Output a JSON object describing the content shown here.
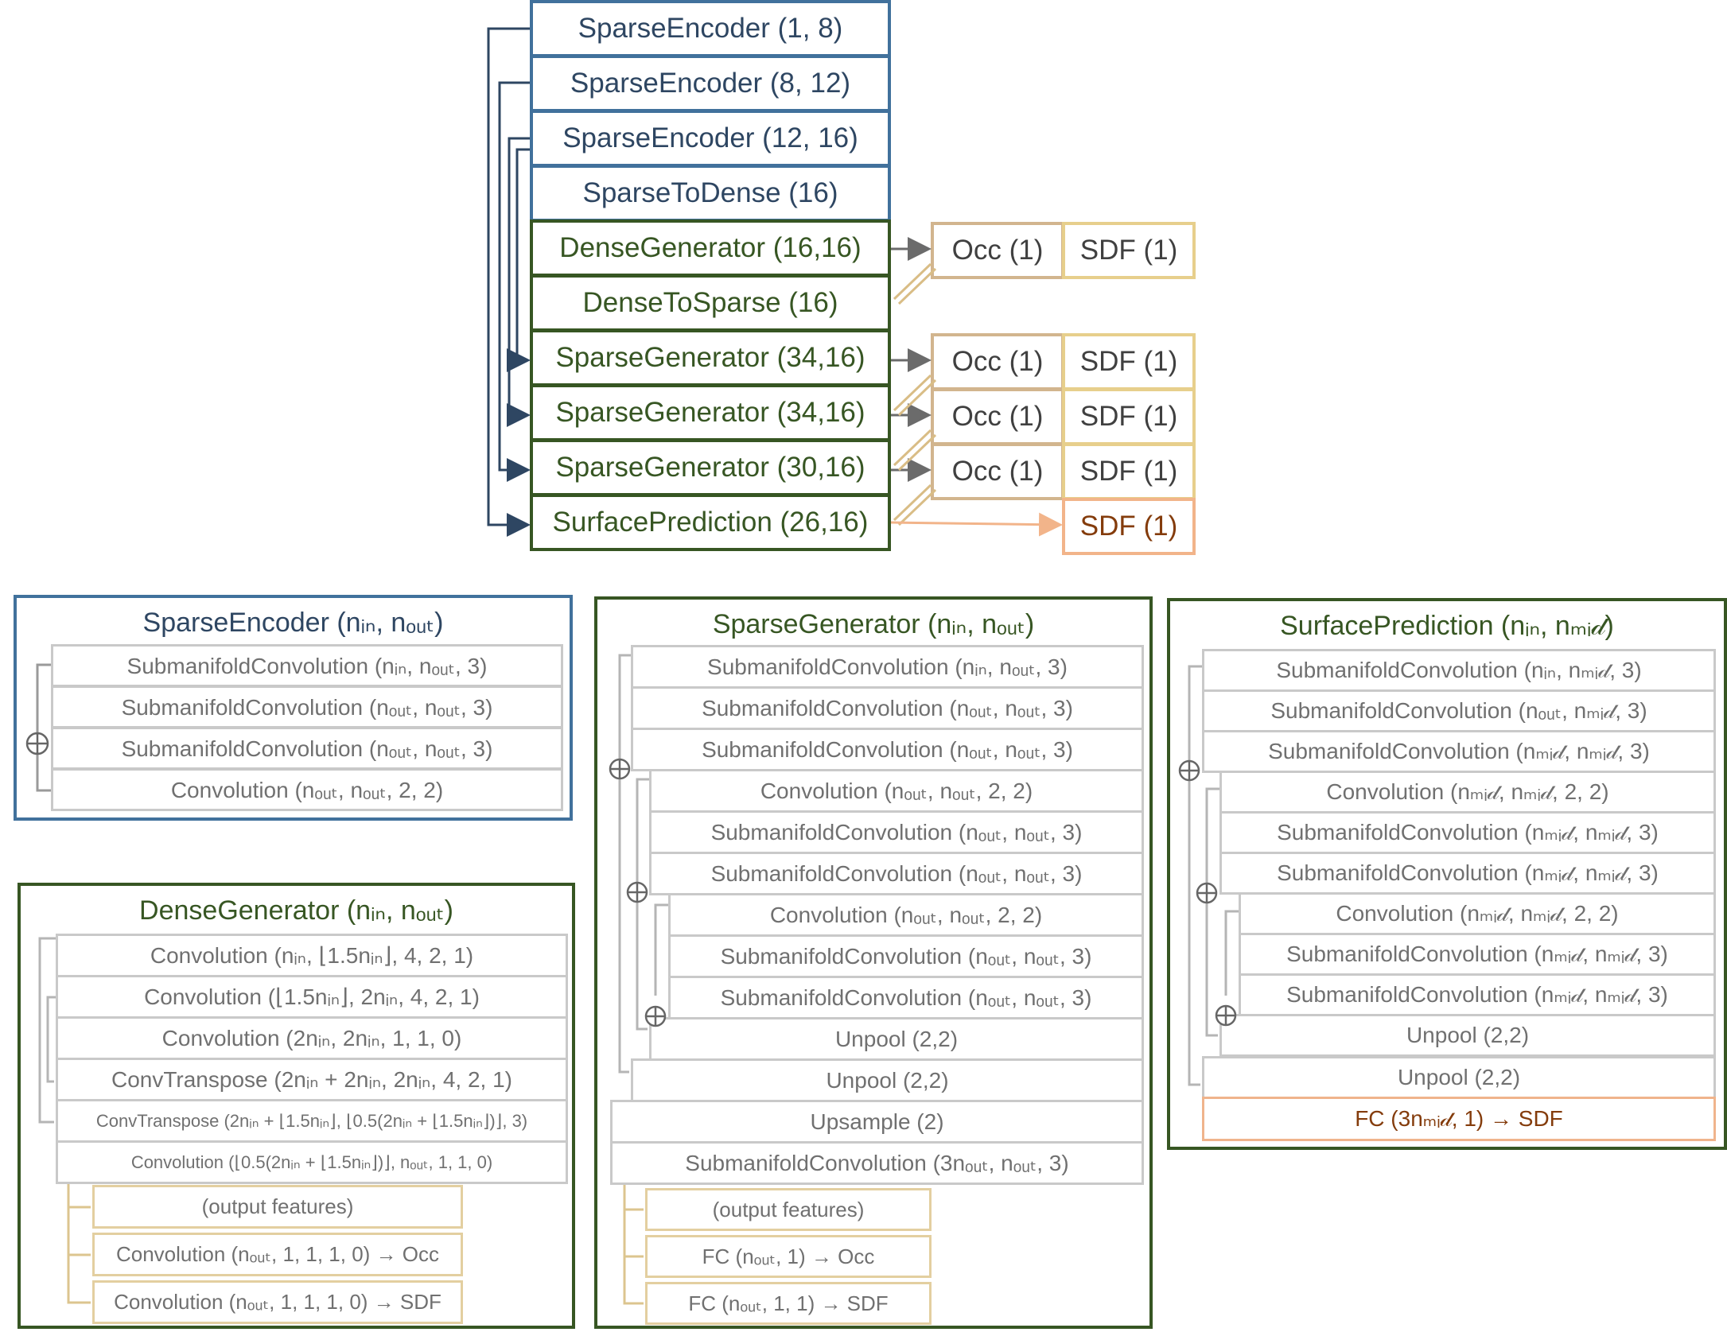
{
  "top": {
    "layers": [
      "SparseEncoder (1, 8)",
      "SparseEncoder (8, 12)",
      "SparseEncoder (12, 16)",
      "SparseToDense (16)",
      "DenseGenerator (16,16)",
      "DenseToSparse (16)",
      "SparseGenerator (34,16)",
      "SparseGenerator (34,16)",
      "SparseGenerator (30,16)",
      "SurfacePrediction (26,16)"
    ],
    "occ_label": "Occ (1)",
    "sdf_label": "SDF (1)",
    "final_sdf_label": "SDF (1)"
  },
  "sparse_encoder": {
    "title": "SparseEncoder (nᵢₙ, nₒᵤₜ)",
    "layers": [
      "SubmanifoldConvolution (nᵢₙ, nₒᵤₜ, 3)",
      "SubmanifoldConvolution (nₒᵤₜ, nₒᵤₜ, 3)",
      "SubmanifoldConvolution (nₒᵤₜ, nₒᵤₜ, 3)",
      "Convolution (nₒᵤₜ, nₒᵤₜ, 2, 2)"
    ]
  },
  "dense_generator": {
    "title": "DenseGenerator (nᵢₙ, nₒᵤₜ)",
    "layers": [
      "Convolution (nᵢₙ, ⌊1.5nᵢₙ⌋, 4, 2, 1)",
      "Convolution (⌊1.5nᵢₙ⌋, 2nᵢₙ, 4, 2, 1)",
      "Convolution (2nᵢₙ, 2nᵢₙ, 1, 1, 0)",
      "ConvTranspose (2nᵢₙ + 2nᵢₙ, 2nᵢₙ, 4, 2, 1)",
      "ConvTranspose (2nᵢₙ + ⌊1.5nᵢₙ⌋, ⌊0.5(2nᵢₙ + ⌊1.5nᵢₙ⌋)⌋, 3)",
      "Convolution (⌊0.5(2nᵢₙ + ⌊1.5nᵢₙ⌋)⌋, nₒᵤₜ, 1, 1, 0)"
    ],
    "outputs": [
      "(output features)",
      "Convolution (nₒᵤₜ, 1, 1, 1, 0) → Occ",
      "Convolution (nₒᵤₜ, 1, 1, 1, 0) → SDF"
    ]
  },
  "sparse_generator": {
    "title": "SparseGenerator (nᵢₙ, nₒᵤₜ)",
    "layers": [
      "SubmanifoldConvolution (nᵢₙ, nₒᵤₜ, 3)",
      "SubmanifoldConvolution (nₒᵤₜ, nₒᵤₜ, 3)",
      "SubmanifoldConvolution (nₒᵤₜ, nₒᵤₜ, 3)",
      "Convolution (nₒᵤₜ, nₒᵤₜ, 2, 2)",
      "SubmanifoldConvolution (nₒᵤₜ, nₒᵤₜ, 3)",
      "SubmanifoldConvolution (nₒᵤₜ, nₒᵤₜ, 3)",
      "Convolution (nₒᵤₜ, nₒᵤₜ, 2, 2)",
      "SubmanifoldConvolution (nₒᵤₜ, nₒᵤₜ, 3)",
      "SubmanifoldConvolution (nₒᵤₜ, nₒᵤₜ, 3)",
      "Unpool (2,2)",
      "Unpool (2,2)",
      "Upsample (2)",
      "SubmanifoldConvolution (3nₒᵤₜ, nₒᵤₜ, 3)"
    ],
    "outputs": [
      "(output features)",
      "FC (nₒᵤₜ, 1) → Occ",
      "FC (nₒᵤₜ, 1, 1) → SDF"
    ]
  },
  "surface_prediction": {
    "title": "SurfacePrediction (nᵢₙ, nₘᵢ𝒹)",
    "layers": [
      "SubmanifoldConvolution (nᵢₙ, nₘᵢ𝒹, 3)",
      "SubmanifoldConvolution (nₒᵤₜ, nₘᵢ𝒹, 3)",
      "SubmanifoldConvolution (nₘᵢ𝒹, nₘᵢ𝒹, 3)",
      "Convolution (nₘᵢ𝒹, nₘᵢ𝒹, 2, 2)",
      "SubmanifoldConvolution (nₘᵢ𝒹, nₘᵢ𝒹, 3)",
      "SubmanifoldConvolution (nₘᵢ𝒹, nₘᵢ𝒹, 3)",
      "Convolution (nₘᵢ𝒹, nₘᵢ𝒹, 2, 2)",
      "SubmanifoldConvolution (nₘᵢ𝒹, nₘᵢ𝒹, 3)",
      "SubmanifoldConvolution (nₘᵢ𝒹, nₘᵢ𝒹, 3)",
      "Unpool (2,2)",
      "Unpool (2,2)"
    ],
    "final": "FC (3nₘᵢ𝒹, 1) → SDF"
  },
  "colors": {
    "encoder_blue": "#41719c",
    "generator_green": "#375623",
    "layer_gray": "#c9c9c9",
    "occ_tan": "#d2b58e",
    "sdf_yellow": "#e7cf8c",
    "final_orange": "#f2b48a"
  },
  "icons": [
    "skip-arrow-icon",
    "sum-circle-icon"
  ]
}
